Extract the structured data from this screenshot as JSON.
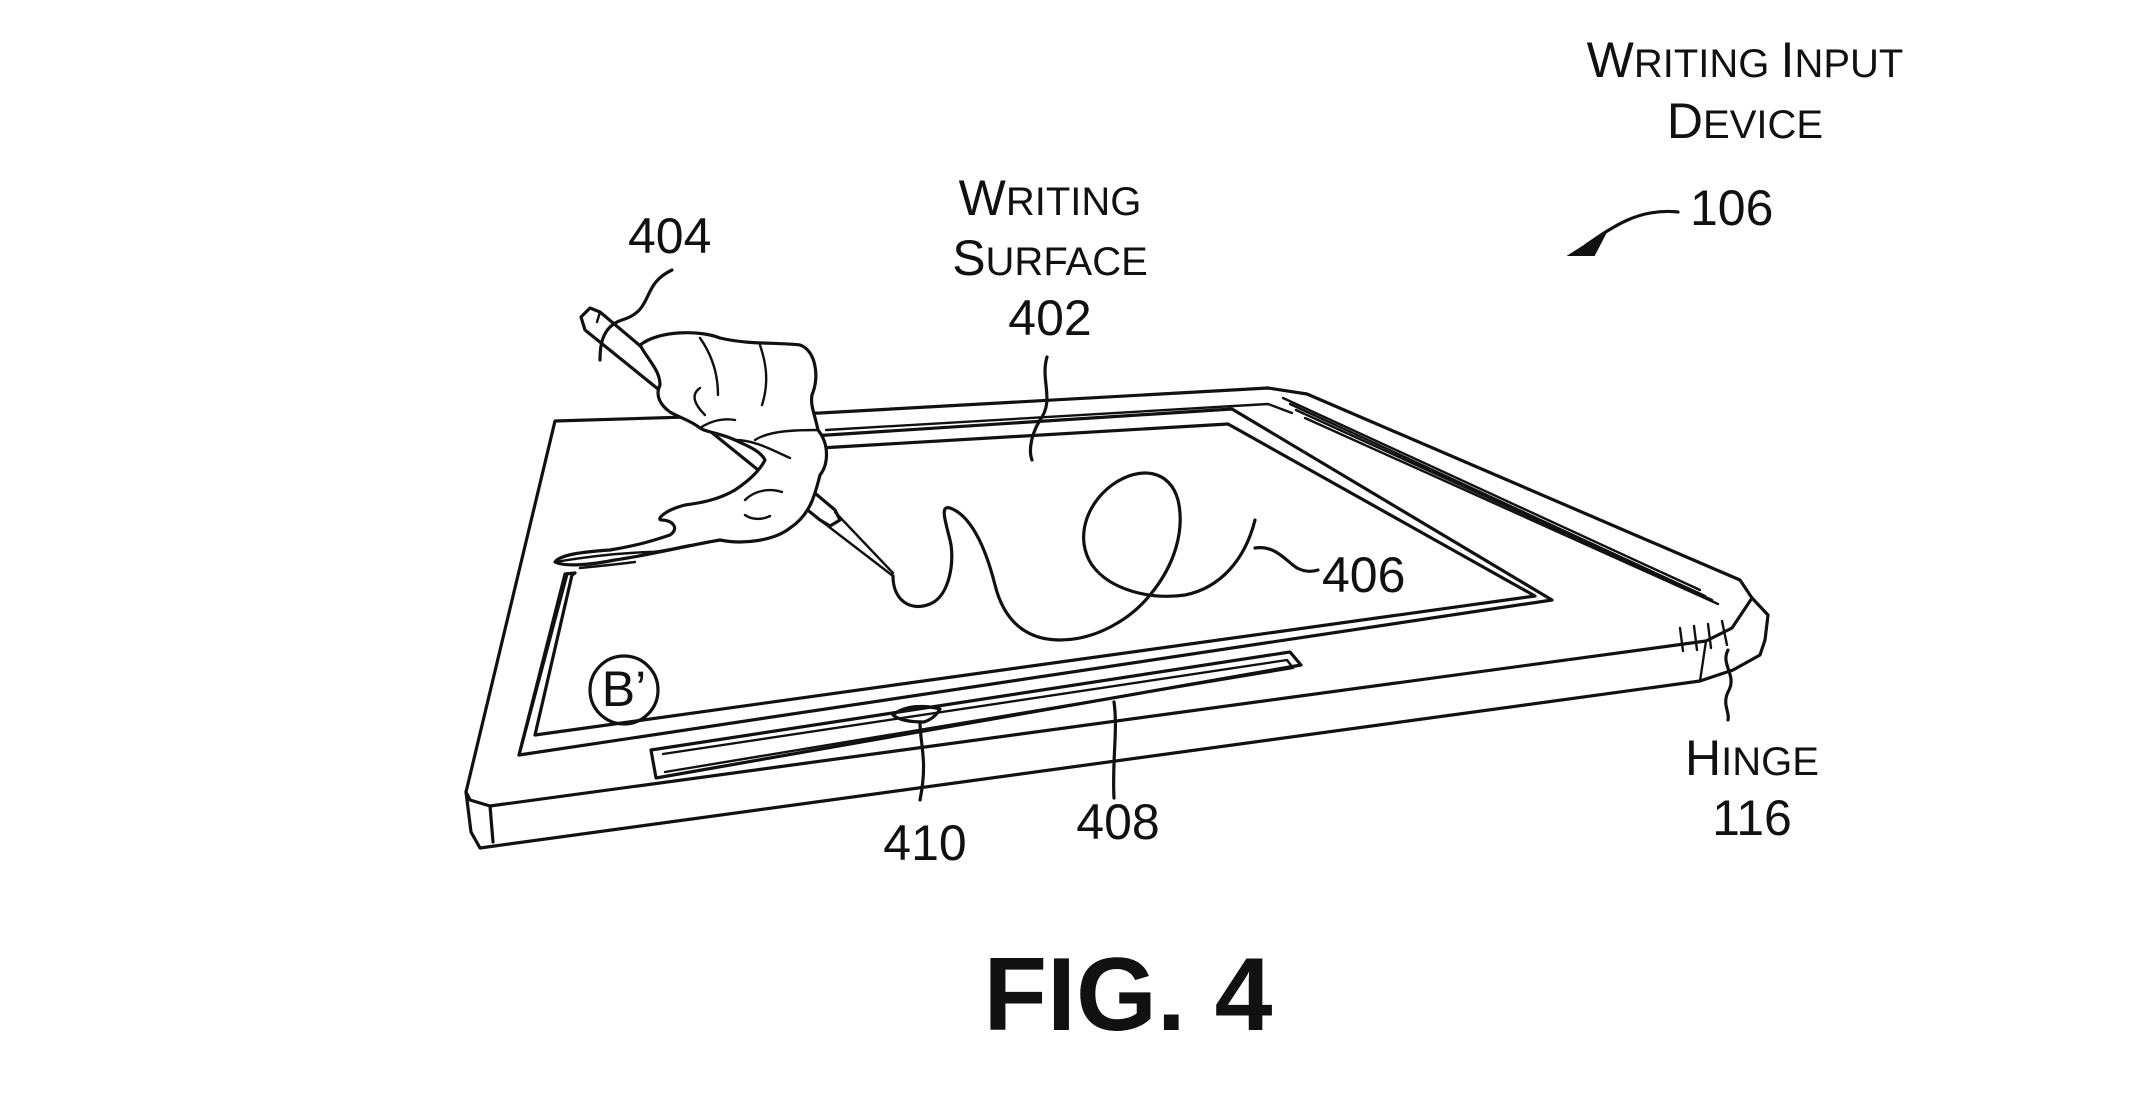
{
  "labels": {
    "device_title": {
      "line1": {
        "big1": "W",
        "small1": "RITING ",
        "big2": "I",
        "small2": "NPUT"
      },
      "line2": {
        "big1": "D",
        "small1": "EVICE"
      },
      "ref": "106"
    },
    "writing_surface": {
      "line1": {
        "big": "W",
        "small": "RITING"
      },
      "line2": {
        "big": "S",
        "small": "URFACE"
      },
      "ref": "402"
    },
    "stylus_ref": "404",
    "ink_stroke_ref": "406",
    "slot_ref": "408",
    "clip_ref": "410",
    "hinge": {
      "big": "H",
      "small": "INGE",
      "ref": "116"
    },
    "section_marker": "B’",
    "figure_caption": "FIG. 4"
  }
}
